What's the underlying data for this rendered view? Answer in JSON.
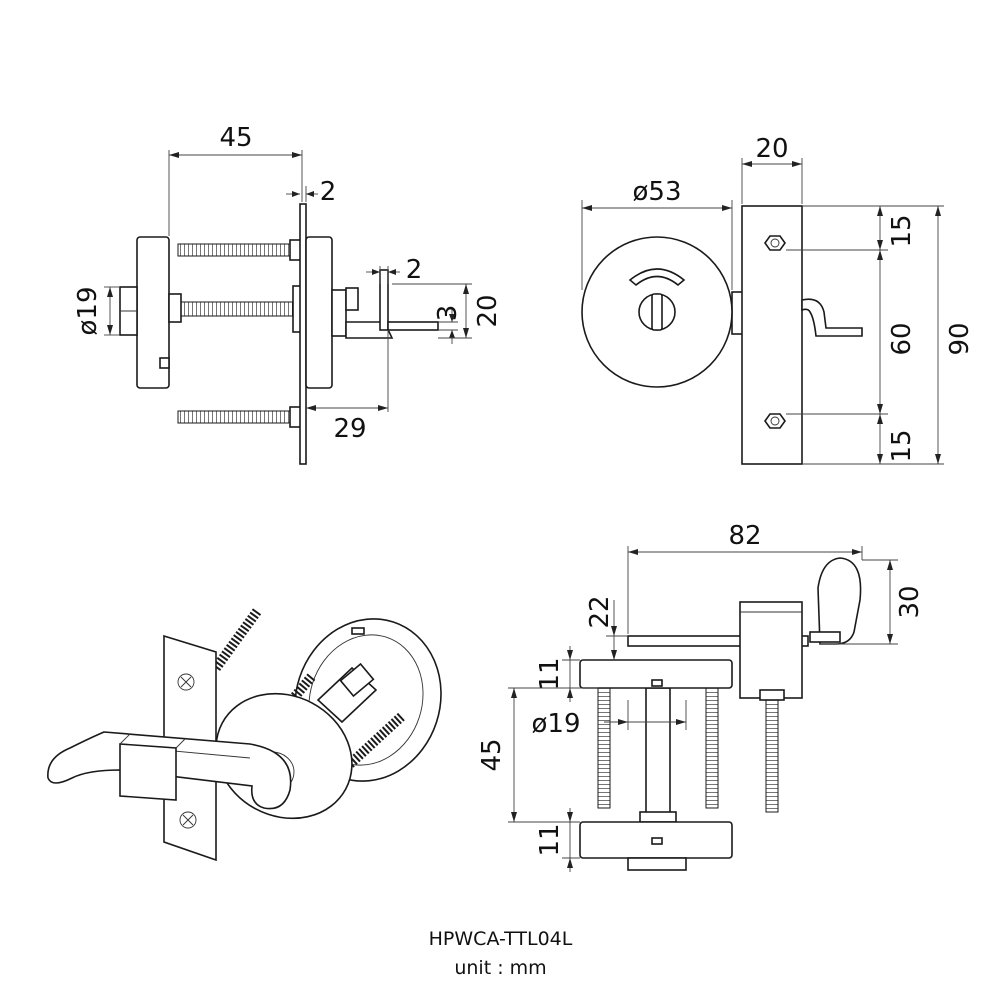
{
  "title": "HPWCA-TTL04L",
  "unit_label": "unit : mm",
  "views": {
    "side": {
      "dim_45": "45",
      "dim_2_plate": "2",
      "dim_2_latch": "2",
      "dim_3": "3",
      "dim_20": "20",
      "dim_29": "29",
      "dim_dia19": "ø19"
    },
    "front": {
      "dim_20": "20",
      "dim_dia53": "ø53",
      "dim_15_top": "15",
      "dim_60": "60",
      "dim_90": "90",
      "dim_15_bottom": "15"
    },
    "top": {
      "dim_82": "82",
      "dim_22": "22",
      "dim_30": "30",
      "dim_11_top": "11",
      "dim_dia19": "ø19",
      "dim_45": "45",
      "dim_11_bottom": "11"
    }
  }
}
